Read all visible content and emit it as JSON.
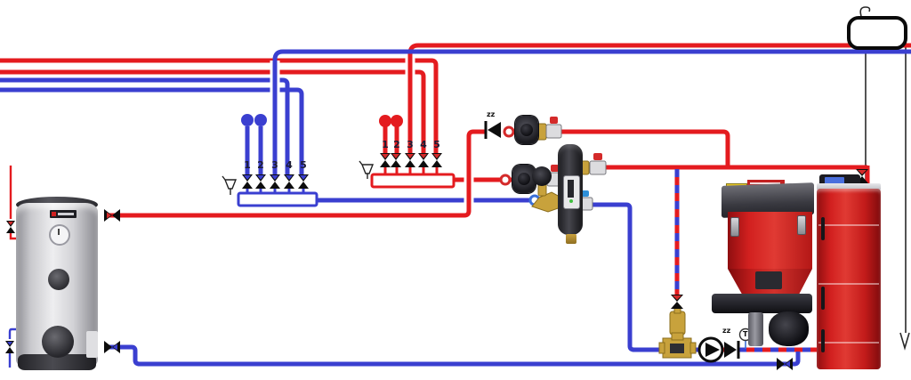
{
  "diagram": {
    "type": "hydronic-heating-system-schematic",
    "background": "#ffffff",
    "colors": {
      "supply_red": "#e41b1f",
      "return_blue": "#3a3fd0",
      "line_black": "#2a2a2a",
      "brass": "#c8a23c",
      "boiler_red": "#c81e1d",
      "tank_silver": "#d2d2d6"
    },
    "blue_manifold": {
      "ports": [
        "1",
        "2",
        "3",
        "4",
        "5"
      ]
    },
    "red_manifold": {
      "ports": [
        "1",
        "2",
        "3",
        "4",
        "5"
      ]
    },
    "labels": {
      "check_valve_dhw": "zz",
      "check_valve_boiler": "zz",
      "temp_sensor": "T"
    },
    "components": [
      "dhw-storage-tank",
      "expansion-tank",
      "hydraulic-separator",
      "circulation-pump-dhw",
      "circulation-pump-heating",
      "mixing-valve",
      "three-way-anti-condensation-valve",
      "boiler-return-pump",
      "check-valve",
      "fuel-hopper-feeder",
      "solid-fuel-boiler",
      "blue-return-manifold",
      "red-supply-manifold"
    ]
  }
}
